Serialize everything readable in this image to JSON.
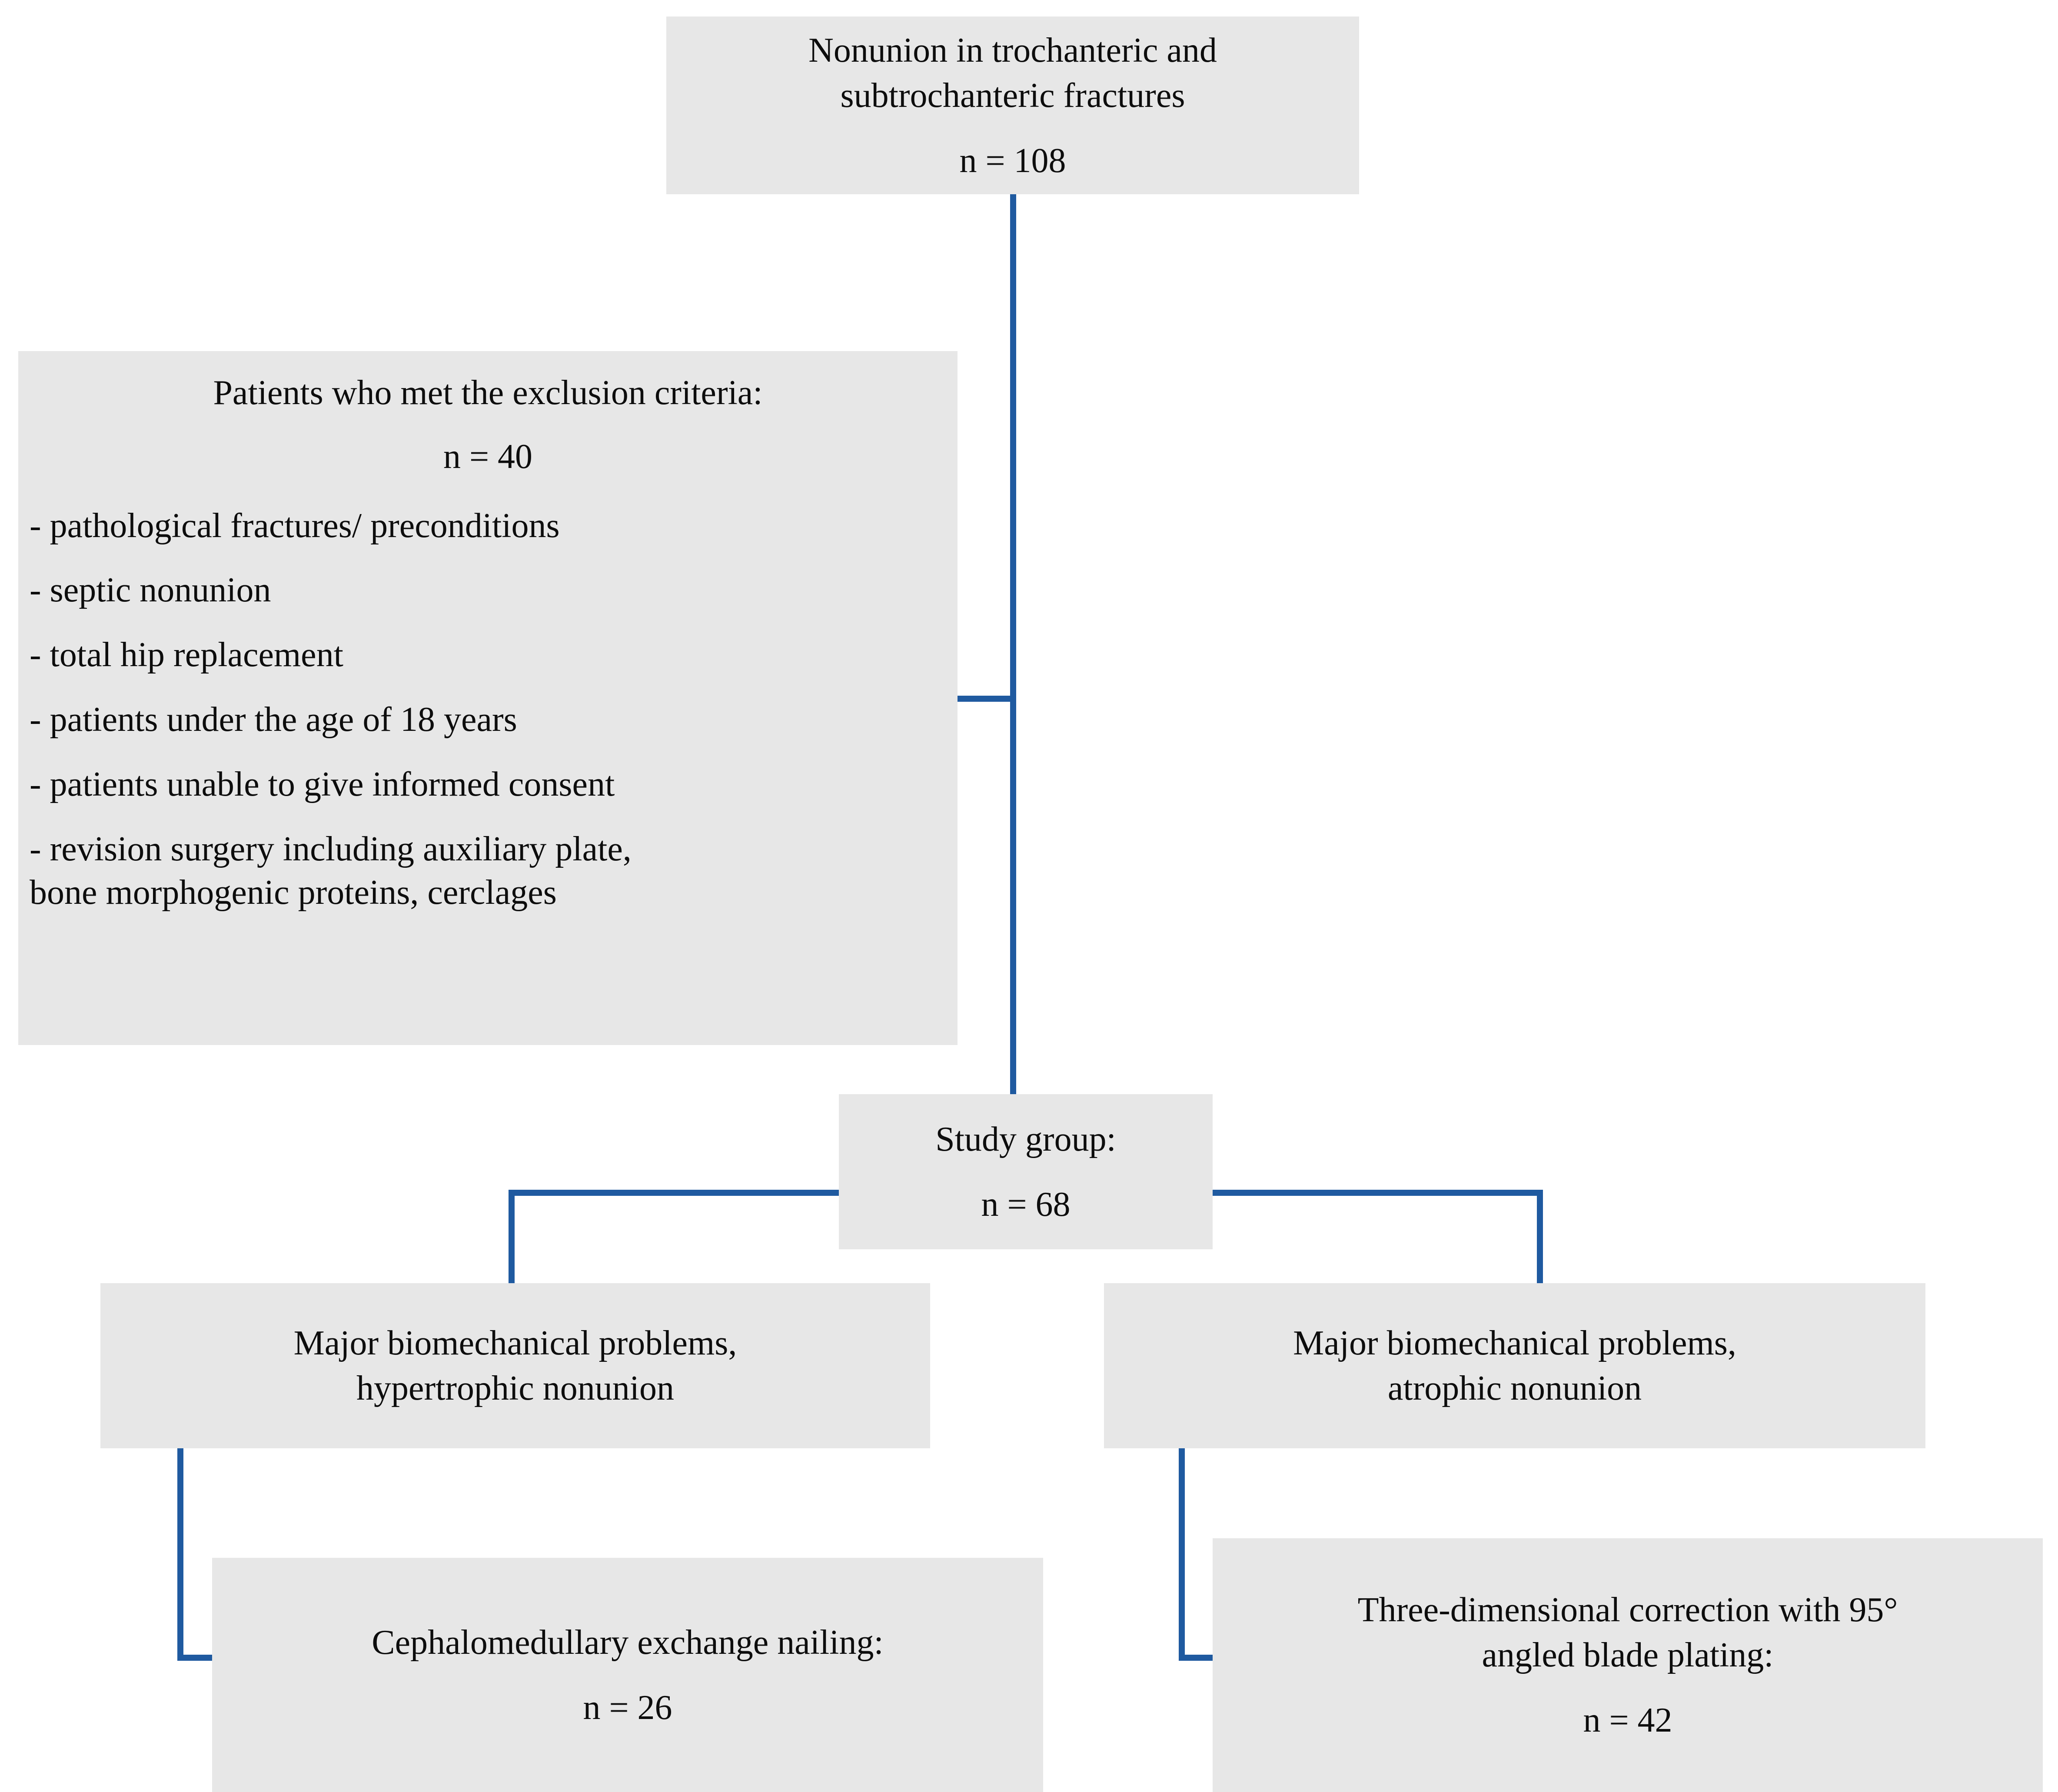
{
  "diagram": {
    "type": "study-flow-chart",
    "accent_color": "#1f5aa0",
    "box_fill": "#e7e7e7",
    "text_color": "#0d0d0d"
  },
  "source_box": {
    "line1": "Nonunion in trochanteric and",
    "line2": "subtrochanteric fractures",
    "count": "n = 108"
  },
  "exclusion_box": {
    "heading": "Patients who met the exclusion criteria:",
    "count": "n = 40",
    "items": [
      "- pathological fractures/ preconditions",
      "- septic nonunion",
      "- total hip replacement",
      "- patients under the age of 18 years",
      "- patients unable to give informed consent",
      "- revision surgery including auxiliary plate,"
    ],
    "last_item_continuation": "bone morphogenic proteins, cerclages"
  },
  "study_group_box": {
    "label": "Study group:",
    "count": "n = 68"
  },
  "hypertrophic_box": {
    "line1": "Major biomechanical problems,",
    "line2": "hypertrophic nonunion"
  },
  "atrophic_box": {
    "line1": "Major biomechanical problems,",
    "line2": "atrophic nonunion"
  },
  "nailing_box": {
    "label": "Cephalomedullary exchange nailing:",
    "count": "n = 26"
  },
  "plating_box": {
    "line1": "Three-dimensional correction with 95°",
    "line2": "angled blade plating:",
    "count": "n = 42"
  }
}
